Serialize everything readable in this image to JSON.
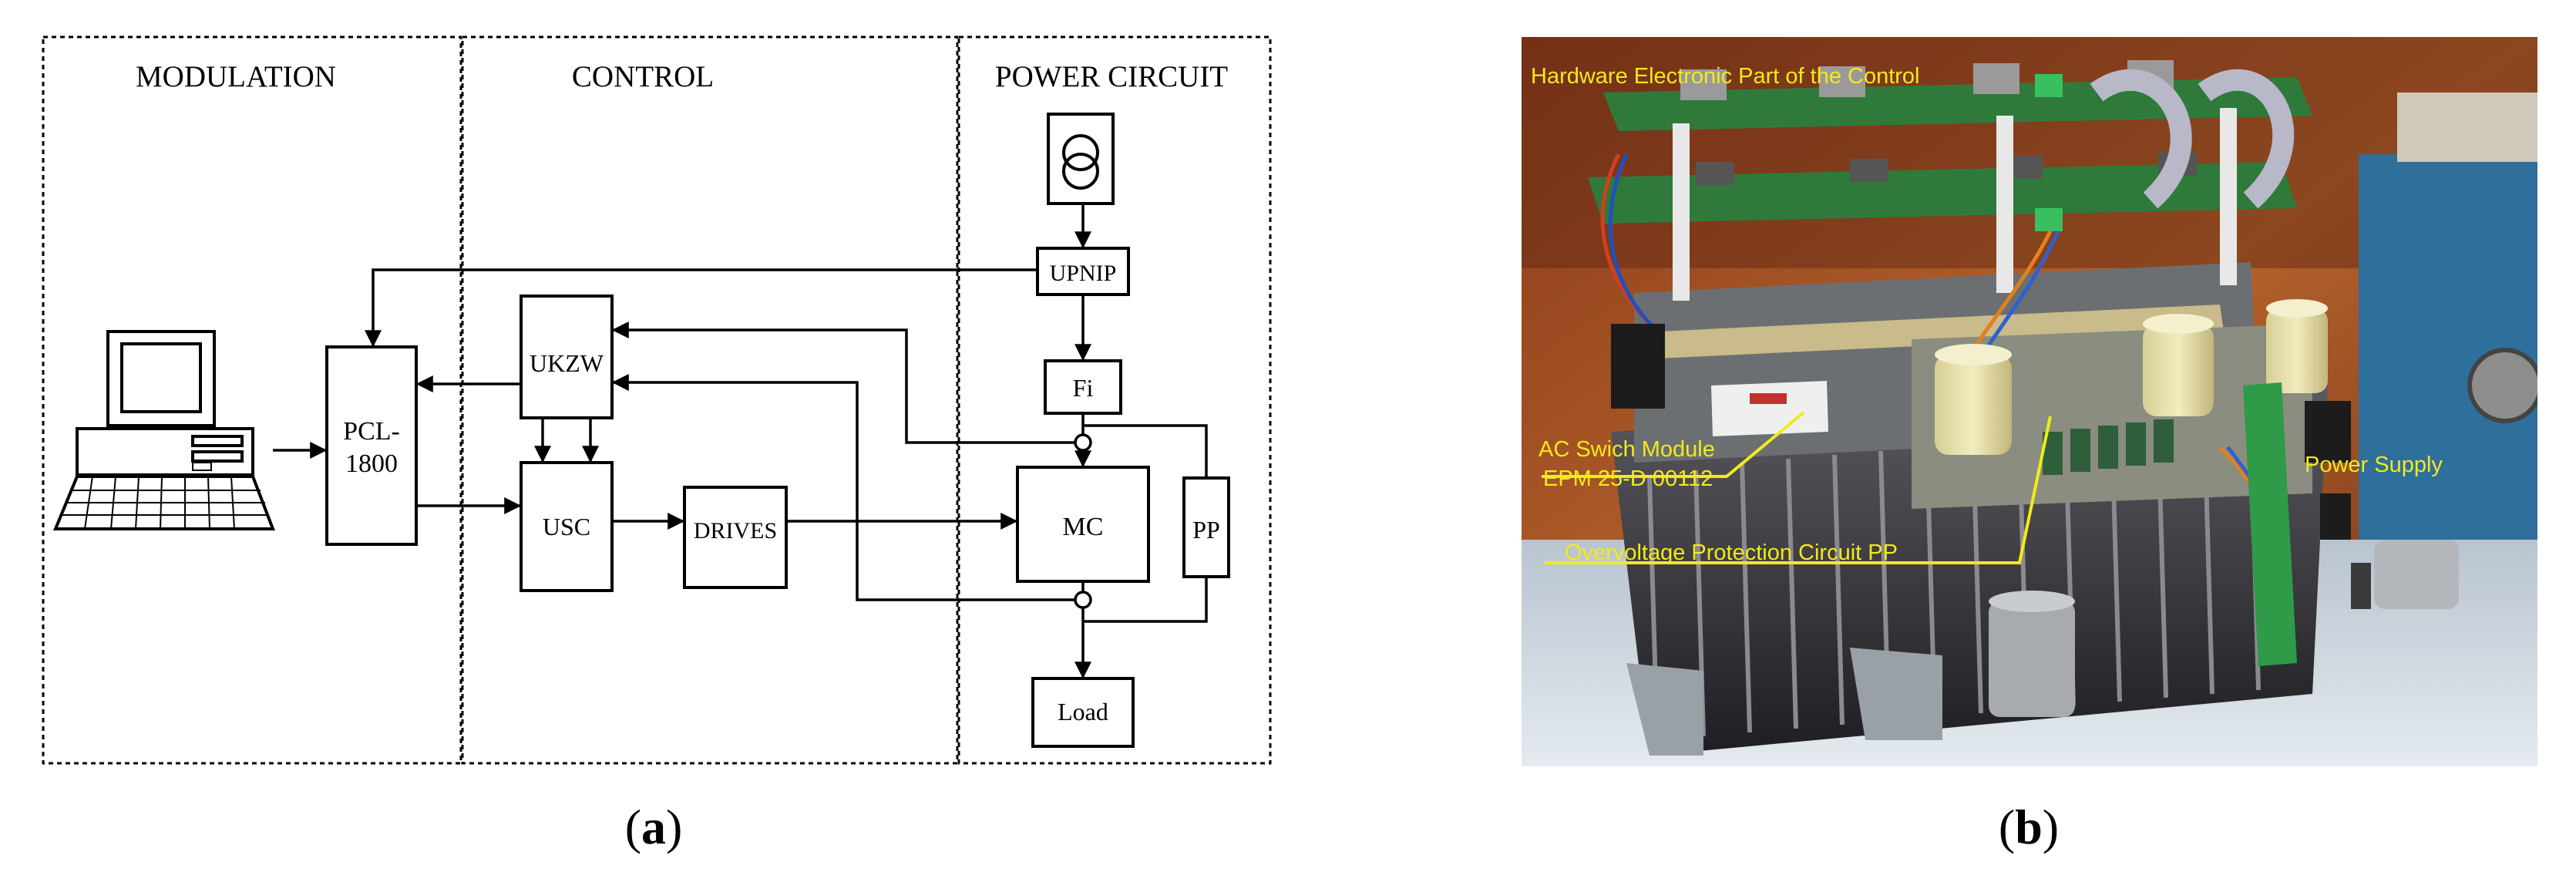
{
  "panel_a": {
    "sections": {
      "modulation": "MODULATION",
      "control": "CONTROL",
      "power_circuit": "POWER CIRCUIT"
    },
    "blocks": {
      "pcl_line1": "PCL-",
      "pcl_line2": "1800",
      "ukzw": "UKZW",
      "usc": "USC",
      "drives": "DRIVES",
      "upnip": "UPNIP",
      "fi": "Fi",
      "mc": "MC",
      "pp": "PP",
      "load": "Load"
    },
    "caption_letter": "a"
  },
  "panel_b": {
    "annotations": {
      "hardware": "Hardware  Electronic Part of the Control",
      "ac_switch_line1": "AC Swich Module",
      "ac_switch_line2": "EPM 25-D 00112",
      "overvoltage": "Overvoltage Protection Circuit PP",
      "power_supply": "Power Supply"
    },
    "annotation_color": "#f2ea1a",
    "caption_letter": "b"
  },
  "caption_parens": {
    "open": "(",
    "close": ")"
  }
}
